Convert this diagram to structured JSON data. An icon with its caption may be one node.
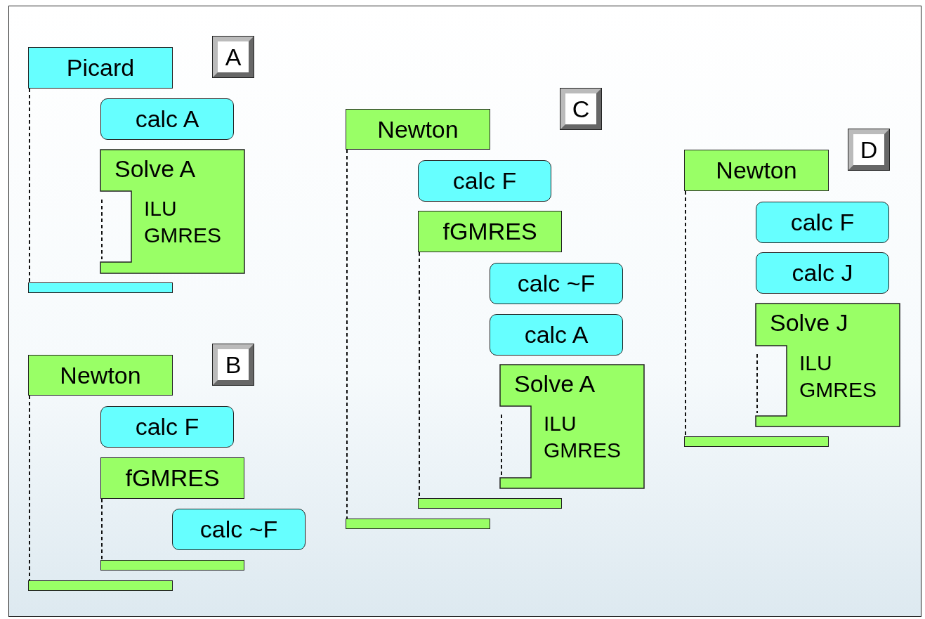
{
  "diagram": {
    "nodes": [
      {
        "text": [
          "Picard"
        ]
      },
      {
        "text": [
          "A"
        ]
      },
      {
        "text": [
          "calc A"
        ]
      },
      {
        "text": [
          "Solve A",
          "ILU GMRES"
        ]
      },
      {
        "text": [],
        "shape": "bar"
      },
      {
        "text": [
          "Newton"
        ]
      },
      {
        "text": [
          "B"
        ]
      },
      {
        "text": [
          "calc F"
        ]
      },
      {
        "text": [
          "fGMRES"
        ]
      },
      {
        "text": [
          "calc ~F"
        ]
      },
      {
        "text": [],
        "shape": "bar"
      },
      {
        "text": [],
        "shape": "bar"
      },
      {
        "text": [
          "Newton"
        ]
      },
      {
        "text": [
          "C"
        ]
      },
      {
        "text": [
          "calc F"
        ]
      },
      {
        "text": [
          "fGMRES"
        ]
      },
      {
        "text": [
          "calc ~F"
        ]
      },
      {
        "text": [
          "calc A"
        ]
      },
      {
        "text": [
          "Solve A",
          "ILU GMRES"
        ]
      },
      {
        "text": [],
        "shape": "bar"
      },
      {
        "text": [],
        "shape": "bar"
      },
      {
        "text": [
          "Newton"
        ]
      },
      {
        "text": [
          "D"
        ]
      },
      {
        "text": [
          "calc F"
        ]
      },
      {
        "text": [
          "calc J"
        ]
      },
      {
        "text": [
          "Solve J",
          "ILU GMRES"
        ]
      },
      {
        "text": [],
        "shape": "bar"
      }
    ],
    "edges": [
      {
        "from": 0,
        "to": 4,
        "arrow": "none",
        "style": "dashed"
      },
      {
        "from": 5,
        "to": 11,
        "arrow": "none",
        "style": "dashed"
      },
      {
        "from": 8,
        "to": 10,
        "arrow": "none",
        "style": "dashed"
      },
      {
        "from": 12,
        "to": 20,
        "arrow": "none",
        "style": "dashed"
      },
      {
        "from": 15,
        "to": 19,
        "arrow": "none",
        "style": "dashed"
      },
      {
        "from": 21,
        "to": 26,
        "arrow": "none",
        "style": "dashed"
      }
    ]
  }
}
